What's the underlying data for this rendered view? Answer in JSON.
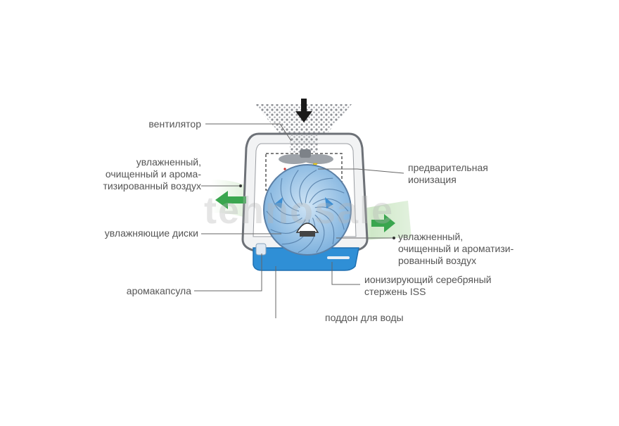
{
  "diagram": {
    "watermark": "tehnosale",
    "colors": {
      "housing": "#d5d7da",
      "housing_stroke": "#6d7177",
      "water": "#2f8fd6",
      "disc": "#9fc7e8",
      "arrow_green": "#3aa64f",
      "flow_green": "#cfe8c8",
      "ion_red": "#c8312e",
      "spark": "#f2d21b",
      "leader": "#666666"
    },
    "labels": {
      "fan": "вентилятор",
      "humid_left": [
        "увлажненный,",
        "очищенный и арома-",
        "тизированный воздух"
      ],
      "discs": "увлажняющие диски",
      "aroma": "аромакапсула",
      "tray": "поддон для воды",
      "preion": [
        "предварительная",
        "ионизация"
      ],
      "humid_right": [
        "увлажненный,",
        "очищенный и ароматизи-",
        "рованный воздух"
      ],
      "rod": [
        "ионизирующий серебряный",
        "стержень ISS"
      ]
    }
  }
}
